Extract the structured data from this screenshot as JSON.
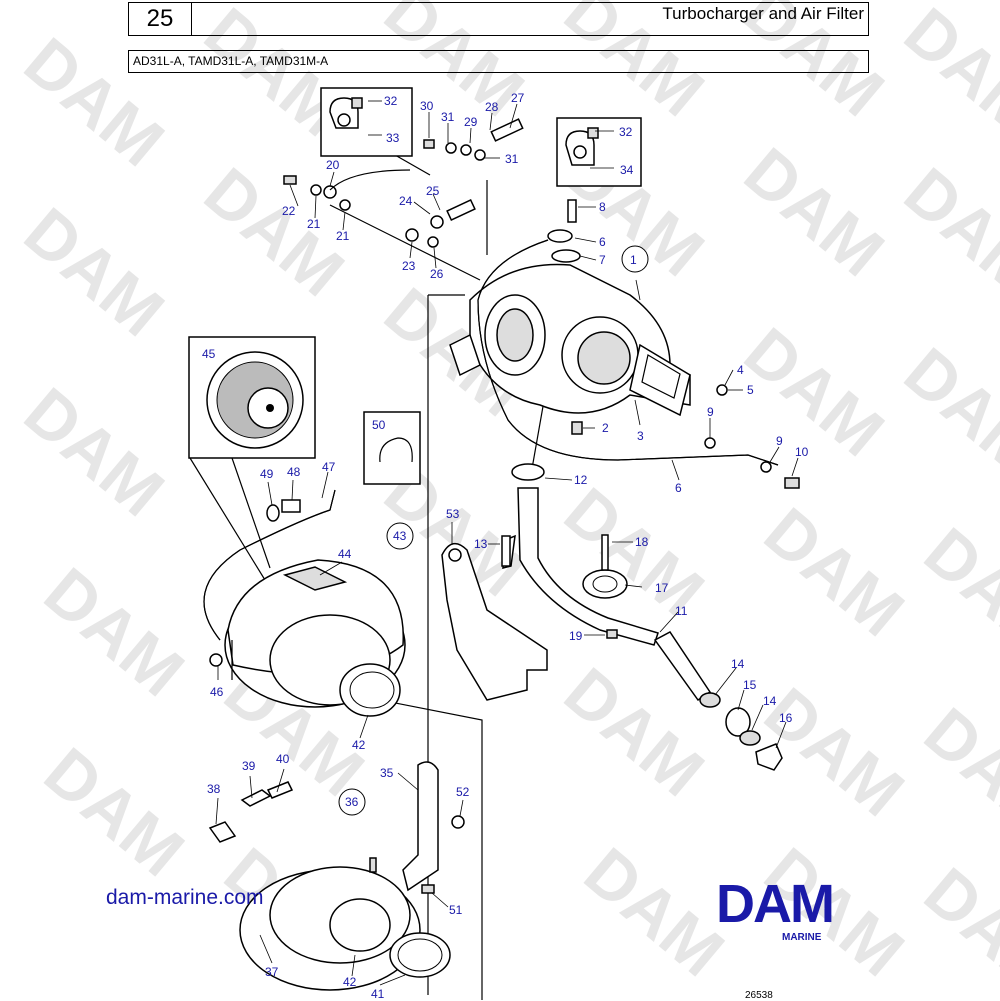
{
  "header": {
    "page_number": "25",
    "title": "Turbocharger and Air Filter",
    "models": "AD31L-A, TAMD31L-A, TAMD31M-A"
  },
  "watermark": {
    "text": "DAM"
  },
  "site_url": "dam-marine.com",
  "brand": {
    "logo_text": "DAM",
    "subtitle": "MARINE",
    "color": "#1a1aa8"
  },
  "diagram_number": "26538",
  "callouts": {
    "c1": "1",
    "c2": "2",
    "c3": "3",
    "c4": "4",
    "c5": "5",
    "c6a": "6",
    "c6b": "6",
    "c7": "7",
    "c8": "8",
    "c9a": "9",
    "c9b": "9",
    "c10": "10",
    "c11": "11",
    "c12": "12",
    "c13": "13",
    "c14a": "14",
    "c14b": "14",
    "c15": "15",
    "c16": "16",
    "c17": "17",
    "c18": "18",
    "c19": "19",
    "c20": "20",
    "c21a": "21",
    "c21b": "21",
    "c22": "22",
    "c23": "23",
    "c24": "24",
    "c25": "25",
    "c26": "26",
    "c27": "27",
    "c28": "28",
    "c29": "29",
    "c30": "30",
    "c31a": "31",
    "c31b": "31",
    "c32a": "32",
    "c32b": "32",
    "c33": "33",
    "c34": "34",
    "c35": "35",
    "c36": "36",
    "c37": "37",
    "c38": "38",
    "c39": "39",
    "c40": "40",
    "c41": "41",
    "c42a": "42",
    "c42b": "42",
    "c43": "43",
    "c44": "44",
    "c45": "45",
    "c46": "46",
    "c47": "47",
    "c48": "48",
    "c49": "49",
    "c50": "50",
    "c51": "51",
    "c52": "52",
    "c53": "53"
  }
}
